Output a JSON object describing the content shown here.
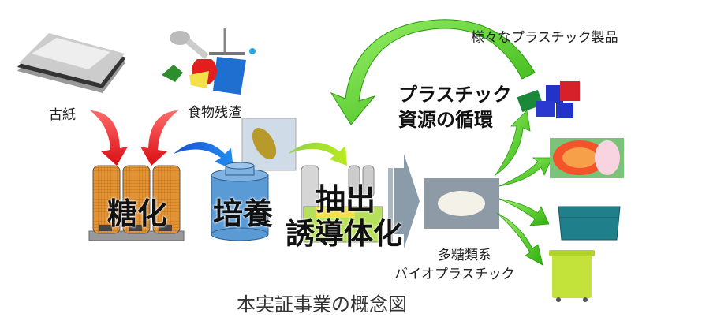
{
  "inputs": {
    "paper_label": "古紙",
    "food_label": "食物残渣"
  },
  "steps": {
    "saccharification": "糖化",
    "culture": "培養",
    "extraction": "抽出",
    "derivatization": "誘導体化"
  },
  "cycle": {
    "line1": "プラスチック",
    "line2": "資源の循環"
  },
  "products_label": "様々なプラスチック製品",
  "bioplastic": {
    "line1": "多糖類系",
    "line2": "バイオプラスチック"
  },
  "caption": "本実証事業の概念図",
  "colors": {
    "red_arrow": "#e8161b",
    "blue_arrow": "#1c63e0",
    "green_arrow": "#4fd21e",
    "bottle_orange": "#e0902a",
    "cylinder_blue": "#5b9bd5",
    "chevron_gray": "#8a9baa"
  }
}
